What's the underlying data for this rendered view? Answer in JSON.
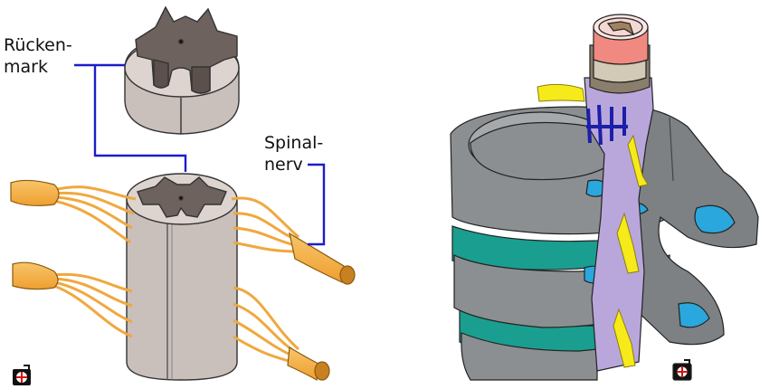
{
  "labels": {
    "spinal_cord": {
      "line1": "Rücken-",
      "line2": "mark"
    },
    "spinal_nerve": {
      "line1": "Spinal-",
      "line2": "nerv"
    }
  },
  "colors": {
    "leader_line": "#1c1ccc",
    "nerve": "#f4b14a",
    "nerve_stroke": "#8a5a10",
    "cord_white_matter": "#d8cfcb",
    "cord_grey_matter": "#6e625e",
    "vertebra_body": "#8c8f91",
    "vertebra_dark": "#5e6264",
    "disc": "#1a9e8f",
    "foramen": "#2aa7dc",
    "dura": "#b9a7dc",
    "venous_plexus": "#1c1fa8",
    "spinal_nerve_root": "#f6ea1a",
    "cord_section": "#f08a80"
  },
  "icons": [
    "logo-icon-left",
    "logo-icon-right"
  ]
}
